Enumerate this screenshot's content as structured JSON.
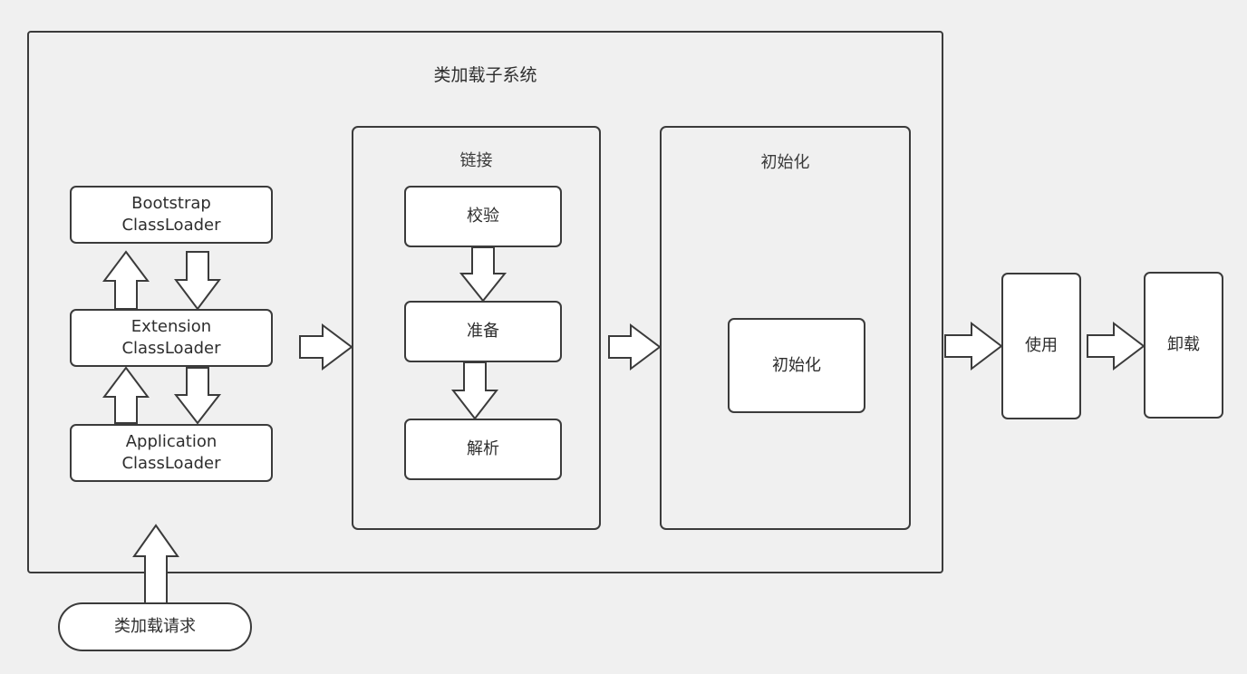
{
  "diagram": {
    "title": "类加载子系统",
    "background_color": "#f0f0f0",
    "box_fill": "#ffffff",
    "border_color": "#3b3b3b",
    "text_color": "#2e2e2e"
  },
  "classloaders": {
    "bootstrap": "Bootstrap\nClassLoader",
    "extension": "Extension\nClassLoader",
    "application": "Application\nClassLoader"
  },
  "linking": {
    "group_title": "链接",
    "steps": [
      {
        "label": "校验"
      },
      {
        "label": "准备"
      },
      {
        "label": "解析"
      }
    ]
  },
  "initialization": {
    "group_title": "初始化",
    "inner_label": "初始化"
  },
  "lifecycle": {
    "use": "使用",
    "unload": "卸载"
  },
  "request": {
    "label": "类加载请求"
  },
  "arrows": [
    {
      "name": "bootstrap-up",
      "direction": "up",
      "style": "hollow-block"
    },
    {
      "name": "bootstrap-down",
      "direction": "down",
      "style": "hollow-block"
    },
    {
      "name": "extension-up",
      "direction": "up",
      "style": "hollow-block"
    },
    {
      "name": "extension-down",
      "direction": "down",
      "style": "hollow-block"
    },
    {
      "name": "loaders-to-linking",
      "direction": "right",
      "style": "hollow-block"
    },
    {
      "name": "verify-to-prepare",
      "direction": "down",
      "style": "hollow-block"
    },
    {
      "name": "prepare-to-resolve",
      "direction": "down",
      "style": "hollow-block"
    },
    {
      "name": "linking-to-init",
      "direction": "right",
      "style": "hollow-block"
    },
    {
      "name": "init-to-use",
      "direction": "right",
      "style": "hollow-block"
    },
    {
      "name": "use-to-unload",
      "direction": "right",
      "style": "hollow-block"
    },
    {
      "name": "request-to-system",
      "direction": "up",
      "style": "hollow-block"
    }
  ]
}
